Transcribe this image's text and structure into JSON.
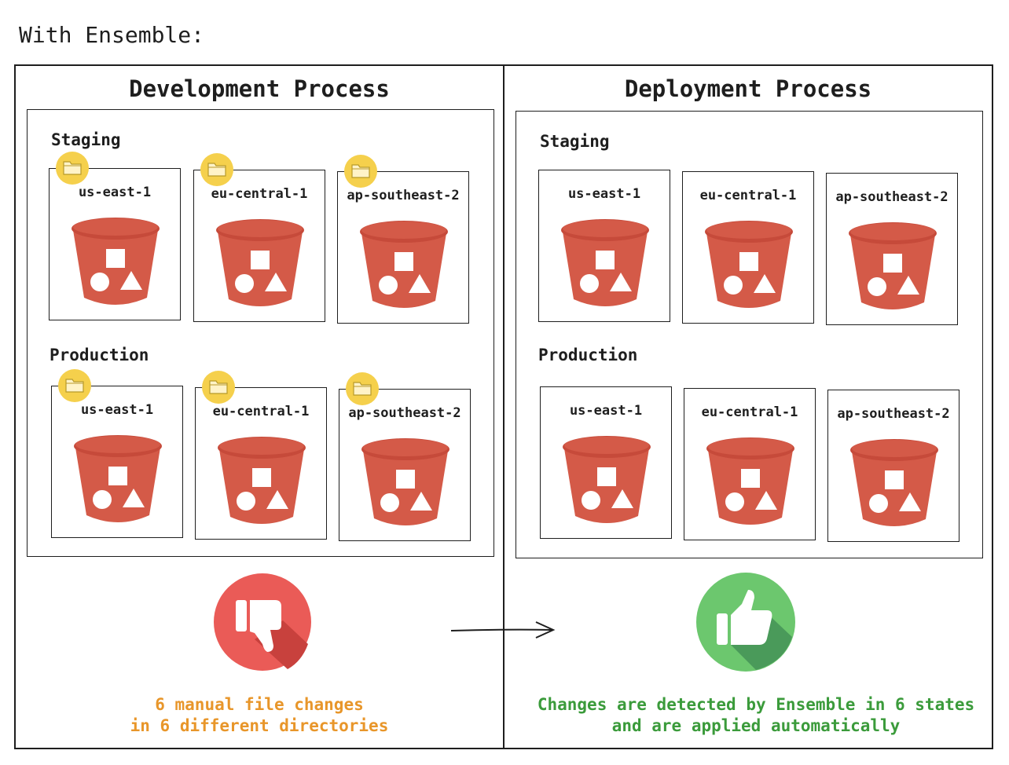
{
  "heading": "With Ensemble:",
  "colors": {
    "bucket": "#d45a48",
    "bucket_top": "#c0392b",
    "folder_badge": "#f5d04c",
    "thumbs_down_bg": "#ea5b57",
    "thumbs_up_bg": "#6cc76e",
    "caption_left": "#e8962a",
    "caption_right": "#3b9b3b"
  },
  "left": {
    "title": "Development Process",
    "staging": {
      "label": "Staging",
      "regions": [
        "us-east-1",
        "eu-central-1",
        "ap-southeast-2"
      ]
    },
    "production": {
      "label": "Production",
      "regions": [
        "us-east-1",
        "eu-central-1",
        "ap-southeast-2"
      ]
    },
    "icon": "thumbs-down-icon",
    "caption_line1": "6 manual file changes",
    "caption_line2": "in 6 different directories"
  },
  "right": {
    "title": "Deployment Process",
    "staging": {
      "label": "Staging",
      "regions": [
        "us-east-1",
        "eu-central-1",
        "ap-southeast-2"
      ]
    },
    "production": {
      "label": "Production",
      "regions": [
        "us-east-1",
        "eu-central-1",
        "ap-southeast-2"
      ]
    },
    "icon": "thumbs-up-icon",
    "caption_line1": "Changes are detected by Ensemble in 6 states",
    "caption_line2": "and are applied automatically"
  }
}
